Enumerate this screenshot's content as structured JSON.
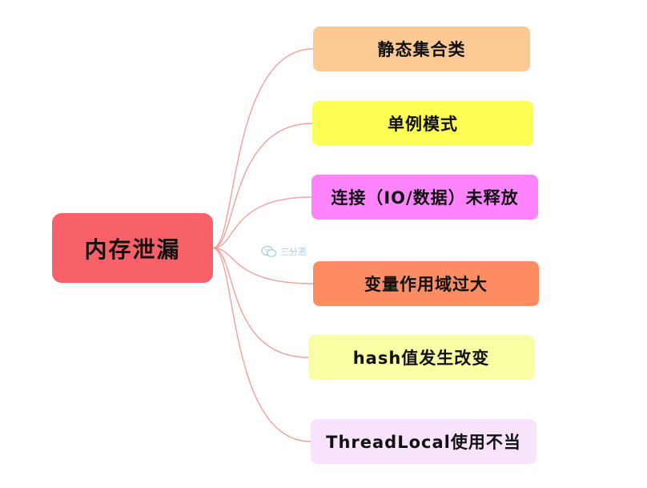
{
  "root": {
    "label": "内存泄漏",
    "color": "#f86167"
  },
  "branches": [
    {
      "id": "static-collection",
      "label": "静态集合类",
      "color": "#fcc993"
    },
    {
      "id": "singleton",
      "label": "单例模式",
      "color": "#fdff54"
    },
    {
      "id": "unreleased-connection",
      "label": "连接（IO/数据）未释放",
      "color": "#fd84fc"
    },
    {
      "id": "variable-scope",
      "label": "变量作用域过大",
      "color": "#fd8c62"
    },
    {
      "id": "hash-change",
      "label": "hash值发生改变",
      "color": "#f9fda3"
    },
    {
      "id": "threadlocal",
      "label": "ThreadLocal使用不当",
      "color": "#f8e3fd"
    }
  ],
  "connector_color": "#f3a09a",
  "watermark": {
    "text": "三分恶",
    "icon": "wechat-icon",
    "color": "#a9cde9"
  }
}
